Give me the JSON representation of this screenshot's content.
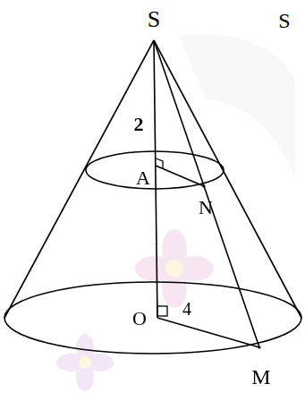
{
  "diagram": {
    "labels": [
      "S",
      "S",
      "2",
      "A",
      "N",
      "O",
      "4",
      "M"
    ]
  }
}
